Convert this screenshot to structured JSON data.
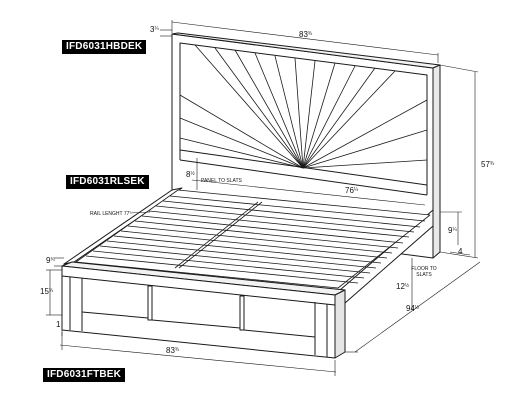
{
  "labels": {
    "headboard": "IFD6031HBDEK",
    "rails": "IFD6031RLSEK",
    "footboard": "IFD6031FTBEK"
  },
  "dimensions": {
    "top_thickness_whole": "3",
    "top_thickness_frac": "¼",
    "head_width_whole": "83",
    "head_width_frac": "¾",
    "head_height_whole": "57",
    "head_height_frac": "¾",
    "panel_to_slats_whole": "8",
    "panel_to_slats_frac": "½",
    "panel_to_slats_text": "PANEL TO SLATS",
    "inner_width_whole": "76",
    "inner_width_frac": "¼",
    "rail_length_text": "RAIL LENGHT 77'",
    "side_height_whole": "9",
    "side_height_frac": "¼",
    "leg_right_whole": "4",
    "leg_right_frac": "",
    "foot_top_whole": "9",
    "foot_top_frac": "¾",
    "foot_height_whole": "15",
    "foot_height_frac": "¾",
    "floor_to_slats_text": "FLOOR TO SLATS",
    "floor_to_slats_whole": "12",
    "floor_to_slats_frac": "½",
    "length_whole": "94",
    "length_frac": "½",
    "foot_leg_whole": "1",
    "foot_leg_frac": "",
    "foot_width_whole": "83",
    "foot_width_frac": "¾"
  }
}
